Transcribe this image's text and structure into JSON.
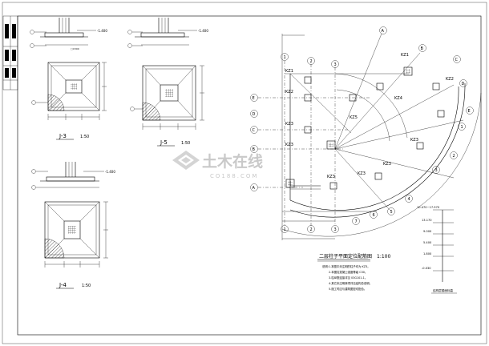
{
  "details": {
    "j3": {
      "label": "J-3",
      "scale": "1:50"
    },
    "j5": {
      "label": "J-5",
      "scale": "1:50"
    },
    "j4": {
      "label": "J-4",
      "scale": "1:50"
    }
  },
  "elevations": {
    "e1": "-1.400",
    "e2": "-1.400",
    "e3": "-1.400"
  },
  "axes": {
    "left_letters": [
      "A",
      "B",
      "C",
      "D",
      "E"
    ],
    "top_numbers": [
      "1",
      "2",
      "3"
    ],
    "arc_labels": [
      "A",
      "B",
      "C",
      "D",
      "E",
      "1",
      "2",
      "3",
      "4",
      "5",
      "6",
      "7"
    ]
  },
  "columns": [
    "KZ1",
    "KZ2",
    "KZ3",
    "KZ4",
    "KZ5",
    "KZ1",
    "KZ2",
    "KZ3",
    "KZ3",
    "KZ3",
    "KZ3",
    "KZ3"
  ],
  "plan": {
    "title": "二层柱子平面定位配筋图",
    "scale": "1:100",
    "notes": [
      "说明:1.本图中未注明的柱子均为 KZ3。",
      "2.本图柱混凝土强度等级 C30。",
      "3.柱纵筋连接详见 03G101-1。",
      "4.其它未注明事项详见结构总说明。",
      "5.施工时应与建筑图密切配合。"
    ]
  },
  "legend": {
    "levels": [
      "10.470~17.970",
      "13.170",
      "9.000",
      "5.400",
      "1.800",
      "-0.030"
    ],
    "caption": "结构层楼面标高"
  },
  "watermark": {
    "main": "土木在线",
    "sub": "CO188.COM"
  },
  "colors": {
    "ink": "#000000",
    "watermark": "#c9c9c9"
  }
}
